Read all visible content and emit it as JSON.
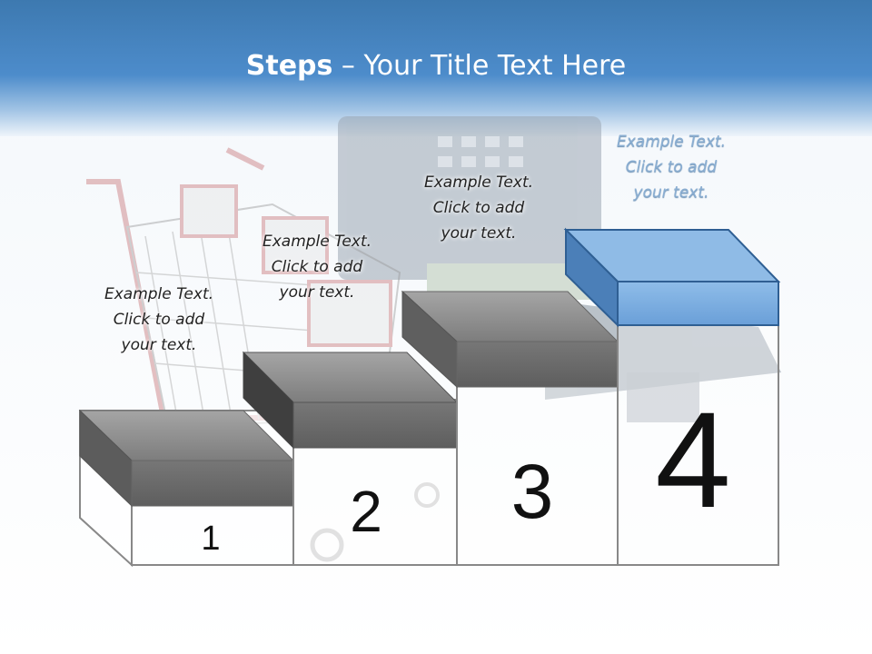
{
  "title": {
    "bold": "Steps",
    "rest": " – Your Title Text Here"
  },
  "steps": [
    {
      "number": "1",
      "lines": [
        "Example Text.",
        "Click  to add",
        "your text."
      ]
    },
    {
      "number": "2",
      "lines": [
        "Example Text.",
        "Click  to add",
        "your text."
      ]
    },
    {
      "number": "3",
      "lines": [
        "Example Text.",
        "Click  to add",
        "your text."
      ]
    },
    {
      "number": "4",
      "lines": [
        "Example Text.",
        "Click  to add",
        "your text."
      ]
    }
  ],
  "colors": {
    "header": "#4d8ccb",
    "gray_top": "#8d8d8d",
    "gray_front": "#6f6f6f",
    "blue_top": "#8fb9e6",
    "blue_front": "#5b93cf"
  }
}
